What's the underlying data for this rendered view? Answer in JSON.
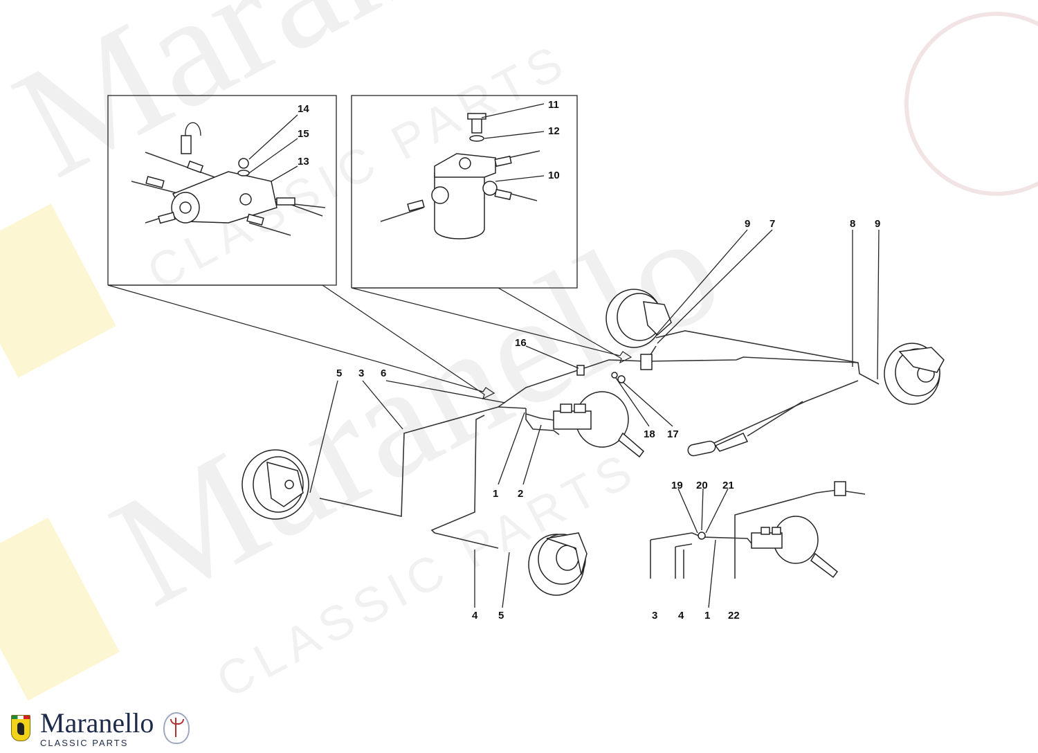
{
  "watermark": {
    "main_text": "Maranello",
    "sub_text": "CLASSIC PARTS"
  },
  "brand": {
    "name": "Maranello",
    "tagline": "CLASSIC PARTS",
    "shield_icon": "ferrari-shield-icon",
    "trident_icon": "maserati-trident-icon"
  },
  "callouts": {
    "c1a": "1",
    "c2": "2",
    "c3a": "3",
    "c4a": "4",
    "c5a": "5",
    "c5b": "5",
    "c6": "6",
    "c7": "7",
    "c8": "8",
    "c9a": "9",
    "c9b": "9",
    "c10": "10",
    "c11": "11",
    "c12": "12",
    "c13": "13",
    "c14": "14",
    "c15": "15",
    "c16": "16",
    "c17": "17",
    "c18": "18",
    "c19": "19",
    "c20": "20",
    "c21": "21",
    "c22": "22",
    "c3b": "3",
    "c4b": "4",
    "c1b": "1"
  },
  "colors": {
    "line": "#222222",
    "watermark": "#f0f0f0",
    "brand": "#1d2a4a"
  }
}
